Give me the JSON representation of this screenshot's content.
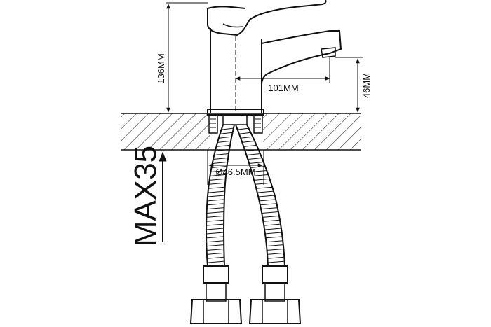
{
  "dimensions": {
    "height_total": "136MM",
    "spout_reach": "101MM",
    "spout_height": "46MM",
    "base_diameter": "Ø46.5MM",
    "max_thickness": "MAX35"
  },
  "colors": {
    "line": "#111111",
    "background": "#ffffff"
  }
}
